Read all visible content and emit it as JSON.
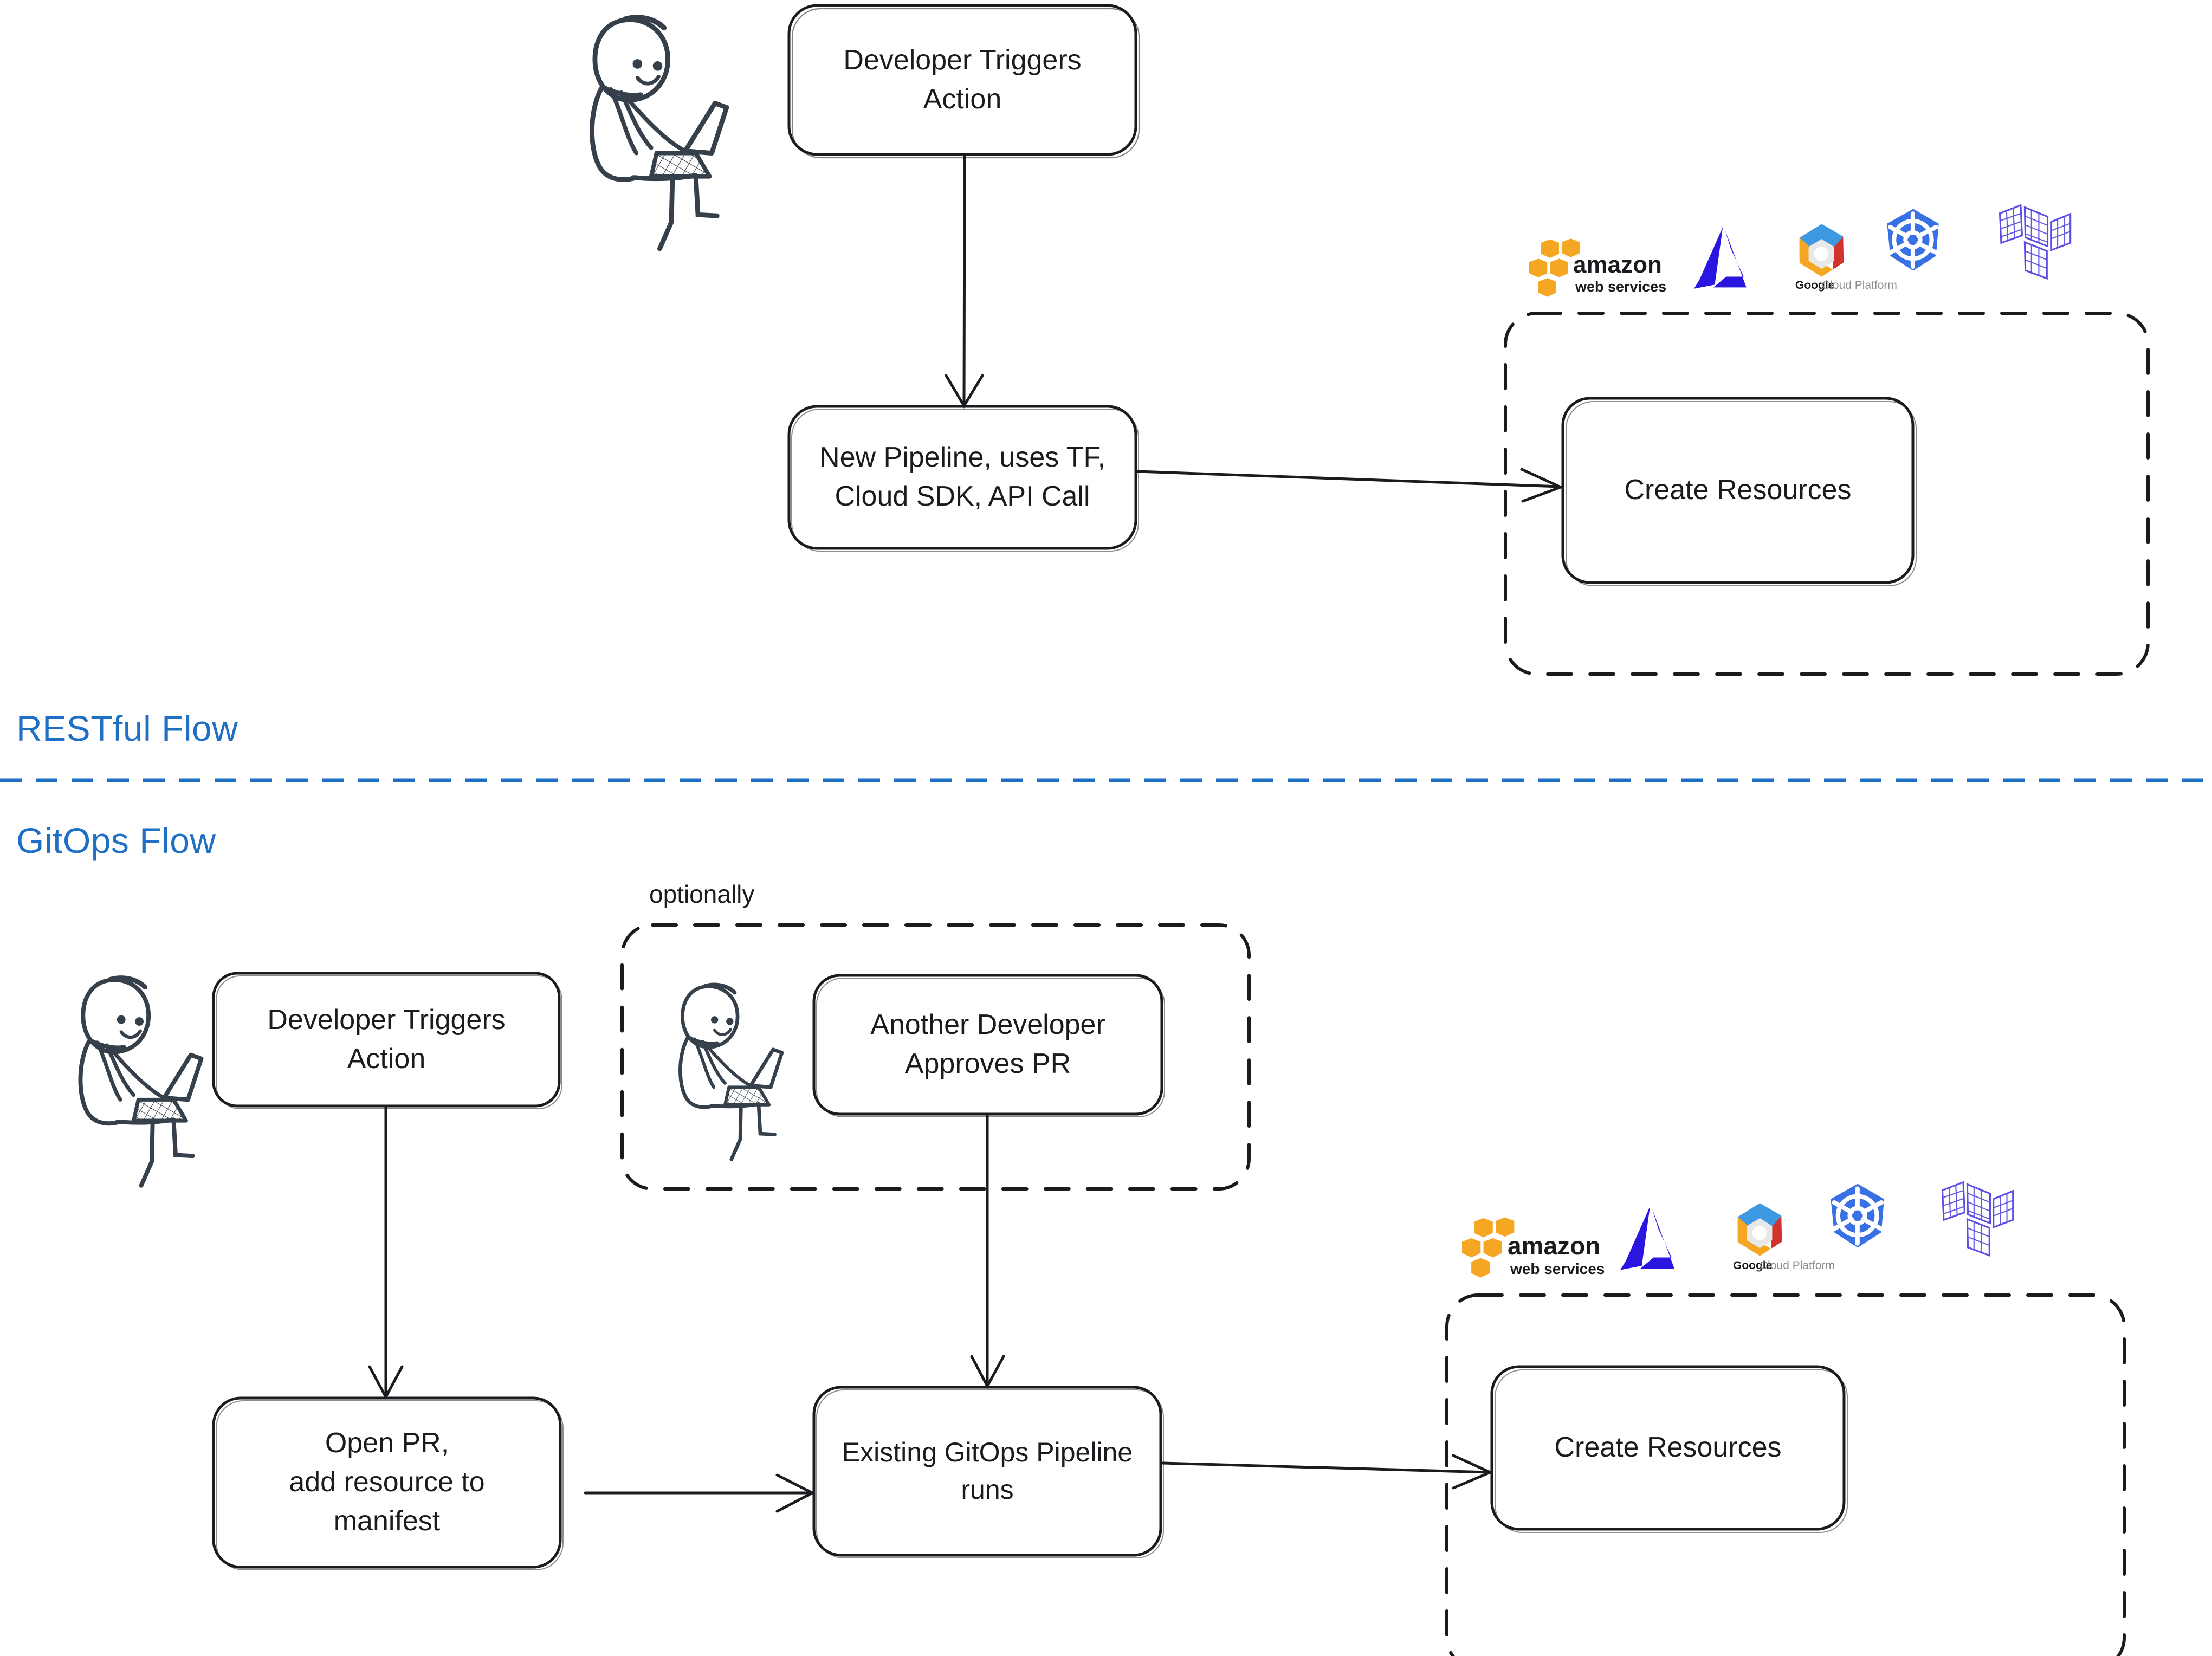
{
  "diagram": {
    "title_hidden": "",
    "accent_color": "#1f6fc4",
    "stroke_color": "#1b1b1f",
    "figure_color": "#36404a",
    "sections": [
      {
        "id": "restful",
        "label": "RESTful Flow"
      },
      {
        "id": "gitops",
        "label": "GitOps Flow"
      }
    ],
    "divider": {
      "style": "dashed",
      "color": "#1f6fc4"
    }
  },
  "restful_flow": {
    "label": "RESTful Flow",
    "actor": {
      "name": "developer-stick-figure",
      "icon": "person-with-laptop-icon"
    },
    "nodes": [
      {
        "id": "dev-triggers",
        "text": "Developer Triggers\nAction"
      },
      {
        "id": "new-pipeline",
        "text": "New Pipeline, uses TF,\nCloud SDK, API Call"
      },
      {
        "id": "create-resources",
        "text": "Create Resources"
      }
    ],
    "cloud_group": {
      "style": "dashed",
      "logos": [
        {
          "id": "aws",
          "name": "aws-logo",
          "primary": "amazon",
          "secondary": "web services",
          "color": "#f5a623"
        },
        {
          "id": "azure",
          "name": "azure-logo",
          "color": "#2a16e0"
        },
        {
          "id": "gcp",
          "name": "google-cloud-platform-logo",
          "primary": "Google",
          "secondary": "Cloud Platform",
          "colors": [
            "#3d9ae2",
            "#d2332c",
            "#f5a623",
            "#e8e8e8"
          ]
        },
        {
          "id": "kubernetes",
          "name": "kubernetes-logo",
          "color": "#3970e4"
        },
        {
          "id": "terraform",
          "name": "terraform-logo",
          "color": "#5c4ee5"
        }
      ]
    },
    "edges": [
      {
        "from": "dev-triggers",
        "to": "new-pipeline",
        "direction": "down"
      },
      {
        "from": "new-pipeline",
        "to": "create-resources",
        "direction": "right"
      }
    ]
  },
  "gitops_flow": {
    "label": "GitOps Flow",
    "optional_note": "optionally",
    "actors": [
      {
        "name": "developer-stick-figure",
        "icon": "person-with-laptop-icon"
      },
      {
        "name": "reviewer-stick-figure",
        "icon": "person-with-laptop-icon"
      }
    ],
    "nodes": [
      {
        "id": "dev-triggers",
        "text": "Developer Triggers\nAction"
      },
      {
        "id": "approver",
        "text": "Another Developer\nApproves PR"
      },
      {
        "id": "open-pr",
        "text": "Open PR,\nadd resource to\nmanifest"
      },
      {
        "id": "existing-pipeline",
        "text": "Existing GitOps Pipeline\nruns"
      },
      {
        "id": "create-resources",
        "text": "Create Resources"
      }
    ],
    "cloud_group": {
      "style": "dashed",
      "logos": [
        {
          "id": "aws",
          "name": "aws-logo",
          "primary": "amazon",
          "secondary": "web services",
          "color": "#f5a623"
        },
        {
          "id": "azure",
          "name": "azure-logo",
          "color": "#2a16e0"
        },
        {
          "id": "gcp",
          "name": "google-cloud-platform-logo",
          "primary": "Google",
          "secondary": "Cloud Platform",
          "colors": [
            "#3d9ae2",
            "#d2332c",
            "#f5a623",
            "#e8e8e8"
          ]
        },
        {
          "id": "kubernetes",
          "name": "kubernetes-logo",
          "color": "#3970e4"
        },
        {
          "id": "terraform",
          "name": "terraform-logo",
          "color": "#5c4ee5"
        }
      ]
    },
    "edges": [
      {
        "from": "dev-triggers",
        "to": "open-pr",
        "direction": "down"
      },
      {
        "from": "approver",
        "to": "existing-pipeline",
        "direction": "down"
      },
      {
        "from": "open-pr",
        "to": "existing-pipeline",
        "direction": "right"
      },
      {
        "from": "existing-pipeline",
        "to": "create-resources",
        "direction": "right"
      }
    ]
  }
}
